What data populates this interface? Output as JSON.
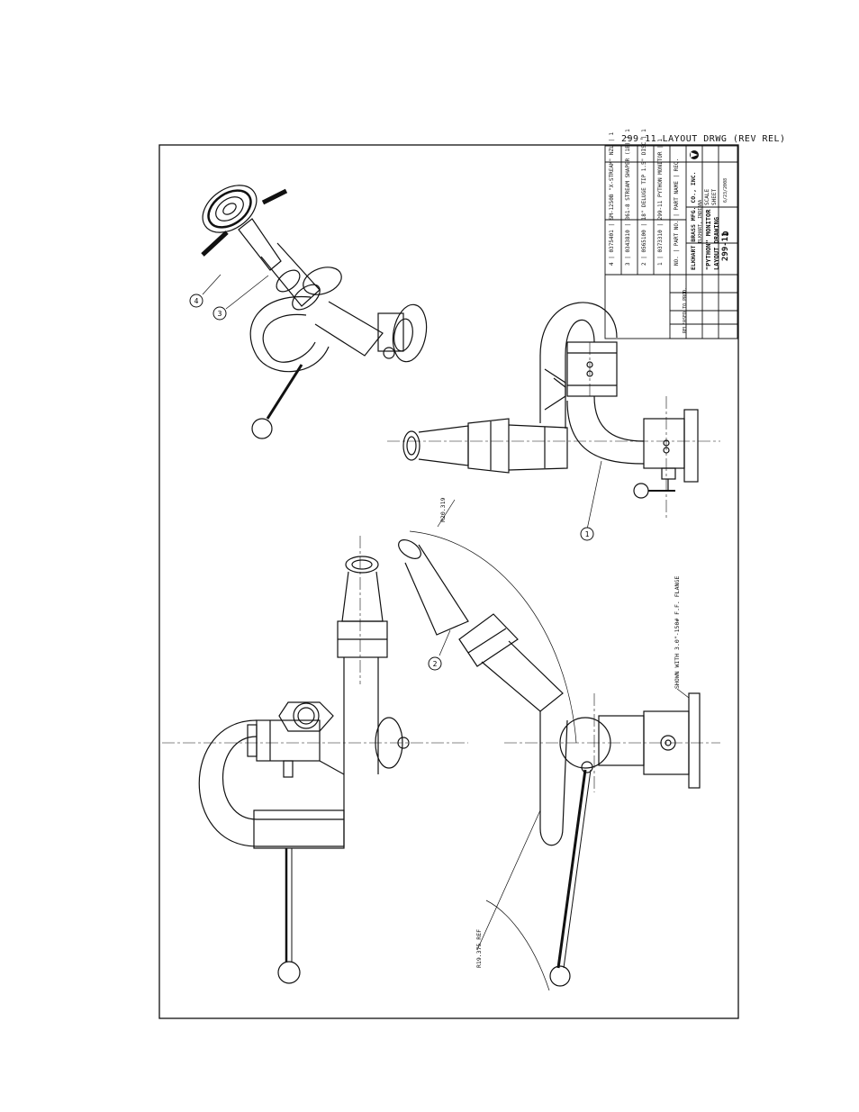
{
  "drawing": {
    "header_title": "299-11 LAYOUT DRWG (REV REL)",
    "notes": {
      "radius_large": "R20.319",
      "radius_ref": "R19.375 REF",
      "flange_note": "SHOWN WITH 3.0\"-150# F.F. FLANGE"
    },
    "balloons": [
      "1",
      "2",
      "3",
      "4"
    ]
  },
  "parts_list": [
    {
      "no": "4",
      "part_no": "0375401",
      "part_name": "SM-1250B \"X-STREAM\" NZL",
      "qty": "1"
    },
    {
      "no": "3",
      "part_no": "0343810",
      "part_name": "361-8 STREAM SHAPER (1B)",
      "qty": "1"
    },
    {
      "no": "2",
      "part_no": "0565100",
      "part_name": "18\" DELUGE TIP 1.5\" DISC",
      "qty": "1"
    },
    {
      "no": "1",
      "part_no": "0373310",
      "part_name": "299-11 PYTHON MONITOR",
      "qty": "1"
    }
  ],
  "parts_header": {
    "no": "NO.",
    "part_no": "PART NO.",
    "part_name": "PART NAME",
    "qty": "REQ."
  },
  "title_block": {
    "company": "ELKHART BRASS MFG. CO., INC.",
    "location": "ELKHART, INDIANA",
    "product": "\"PYTHON\" MONITOR",
    "description": "LAYOUT DRAWING",
    "drawing_no": "299-11",
    "revision": "D",
    "scale_label": "SCALE",
    "sheet_label": "SHEET",
    "date": "6/23/2008",
    "revision_note": "RELEASED TO PROD."
  }
}
